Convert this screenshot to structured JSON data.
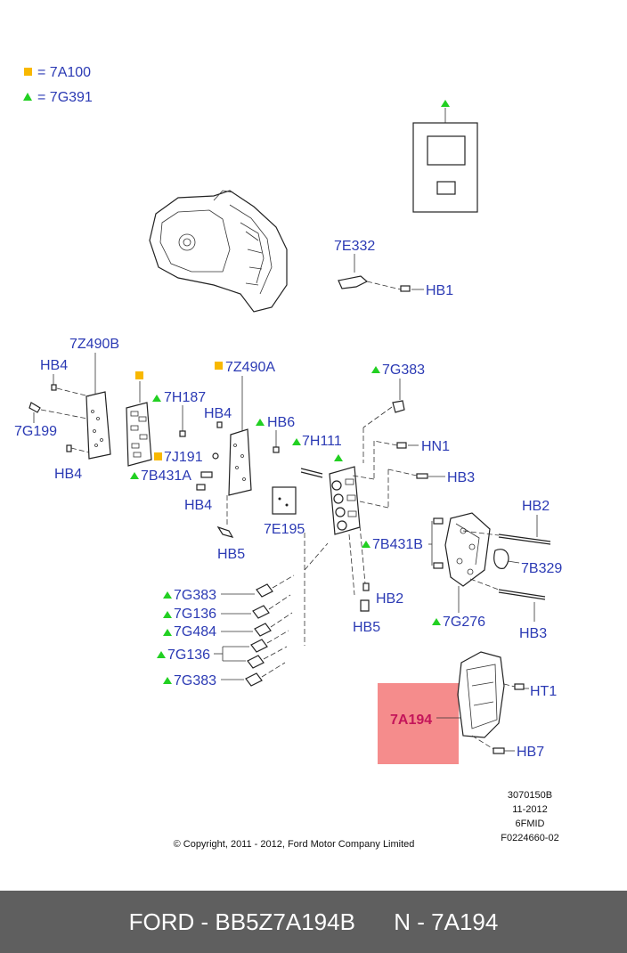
{
  "legend": [
    {
      "symbol": "square",
      "color": "#f8b800",
      "text": "= 7A100"
    },
    {
      "symbol": "triangle",
      "color": "#22d022",
      "text": "= 7G391"
    }
  ],
  "labels": {
    "l7E332": "7E332",
    "lHB1a": "HB1",
    "l7Z490B": "7Z490B",
    "lHB4a": "HB4",
    "l7G199": "7G199",
    "lHB4b": "HB4",
    "l7H187": "7H187",
    "l7Z490A": "7Z490A",
    "lHB4c": "HB4",
    "lHB6": "HB6",
    "l7J191": "7J191",
    "l7B431A": "7B431A",
    "lHB4d": "HB4",
    "lHB5a": "HB5",
    "l7E195": "7E195",
    "l7G383a": "7G383",
    "l7H111": "7H111",
    "lHN1": "HN1",
    "lHB3a": "HB3",
    "lHB2a": "HB2",
    "l7B431B": "7B431B",
    "l7B329": "7B329",
    "lHB2b": "HB2",
    "lHB5b": "HB5",
    "l7G276": "7G276",
    "lHB3b": "HB3",
    "l7G383b": "7G383",
    "l7G136a": "7G136",
    "l7G484": "7G484",
    "l7G136b": "7G136",
    "l7G383c": "7G383",
    "lHT1": "HT1",
    "lHB7": "HB7",
    "l7A194": "7A194"
  },
  "highlight_color": "#f58c8c",
  "meta_lines": [
    "3070150B",
    "11-2012",
    "6FMID",
    "F0224660-02"
  ],
  "copyright": "© Copyright, 2011 - 2012, Ford Motor Company Limited",
  "footer": {
    "left": "FORD - BB5Z7A194B",
    "right": "N - 7A194"
  }
}
